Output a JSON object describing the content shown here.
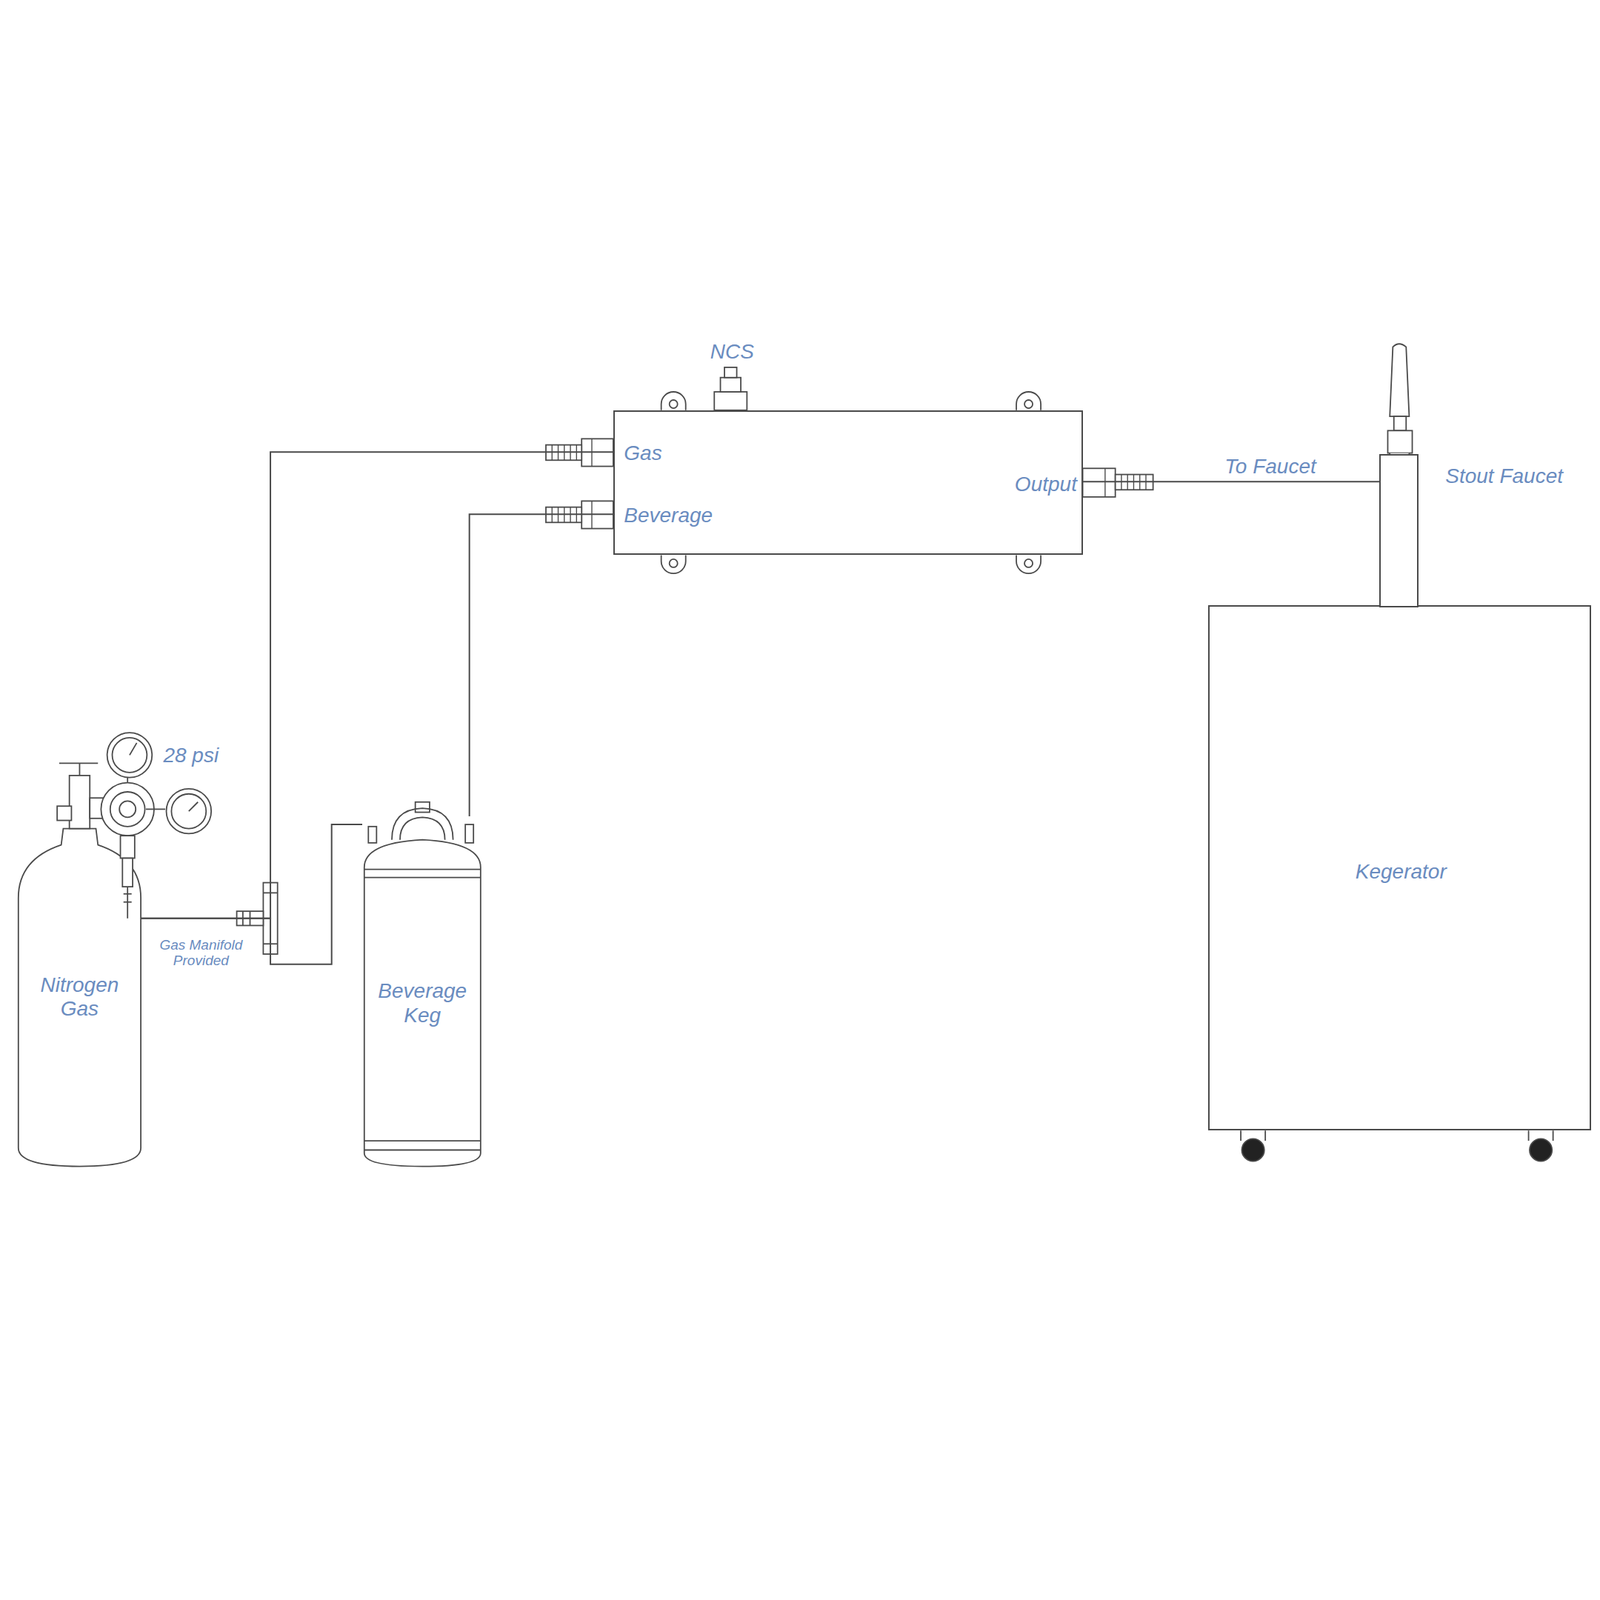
{
  "diagram": {
    "nodes": [
      {
        "text": [
          "Nitrogen Gas"
        ]
      },
      {
        "text": [
          "Beverage Keg"
        ]
      },
      {
        "text": [
          "NCS",
          "Gas",
          "Beverage",
          "Output"
        ]
      },
      {
        "text": [
          "Kegerator"
        ]
      },
      {
        "text": [
          "Stout Faucet"
        ]
      }
    ],
    "edges": [
      {
        "from": 0,
        "to": 2,
        "arrow": "none"
      },
      {
        "from": 0,
        "to": 1,
        "arrow": "none"
      },
      {
        "from": 1,
        "to": 2,
        "arrow": "none"
      },
      {
        "from": 2,
        "to": 4,
        "label": "To Faucet",
        "arrow": "none"
      }
    ],
    "labels": [
      "28 psi",
      "Gas Manifold Provided"
    ]
  }
}
